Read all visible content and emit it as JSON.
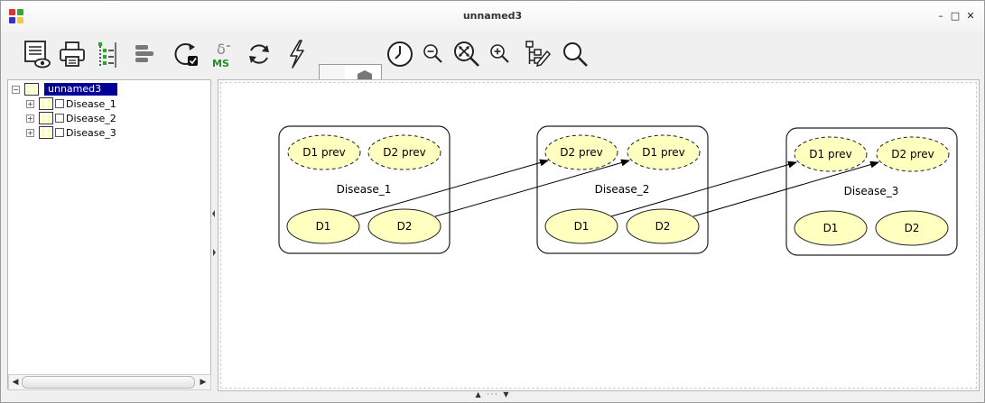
{
  "window": {
    "title": "unnamed3"
  },
  "title_buttons": {
    "minimize": "–",
    "maximize": "□",
    "close": "✕"
  },
  "toolbar": [
    {
      "name": "preview-report-button",
      "icon": "document-preview-icon"
    },
    {
      "name": "print-button",
      "icon": "printer-icon"
    },
    {
      "name": "tree-layout-button",
      "icon": "tree-list-icon"
    },
    {
      "name": "align-button",
      "icon": "align-bars-icon"
    },
    {
      "name": "refresh-check-button",
      "icon": "refresh-check-icon"
    },
    {
      "name": "delta-ms-button",
      "icon": "delta-ms-icon",
      "text": "δ",
      "subtext": "MS"
    },
    {
      "name": "sync-button",
      "icon": "sync-arrows-icon"
    },
    {
      "name": "lightning-button",
      "icon": "lightning-icon"
    },
    {
      "name": "clock-button",
      "icon": "clock-icon"
    },
    {
      "name": "zoom-out-button",
      "icon": "zoom-out-icon"
    },
    {
      "name": "zoom-fit-button",
      "icon": "zoom-fit-icon"
    },
    {
      "name": "zoom-in-button",
      "icon": "zoom-in-icon"
    },
    {
      "name": "edit-tree-button",
      "icon": "tree-edit-icon"
    },
    {
      "name": "search-button",
      "icon": "search-icon"
    }
  ],
  "tree": {
    "root": "unnamed3",
    "items": [
      "Disease_1",
      "Disease_2",
      "Disease_3"
    ]
  },
  "diagram": {
    "modules": [
      {
        "label": "Disease_1",
        "prev_nodes": [
          "D1 prev",
          "D2 prev"
        ],
        "nodes": [
          "D1",
          "D2"
        ]
      },
      {
        "label": "Disease_2",
        "prev_nodes": [
          "D2 prev",
          "D1 prev"
        ],
        "nodes": [
          "D1",
          "D2"
        ]
      },
      {
        "label": "Disease_3",
        "prev_nodes": [
          "D1 prev",
          "D2 prev"
        ],
        "nodes": [
          "D1",
          "D2"
        ]
      }
    ],
    "colors": {
      "node_fill": "#ffffc0",
      "edge": "#000000",
      "tree_selection": "#000099"
    }
  }
}
